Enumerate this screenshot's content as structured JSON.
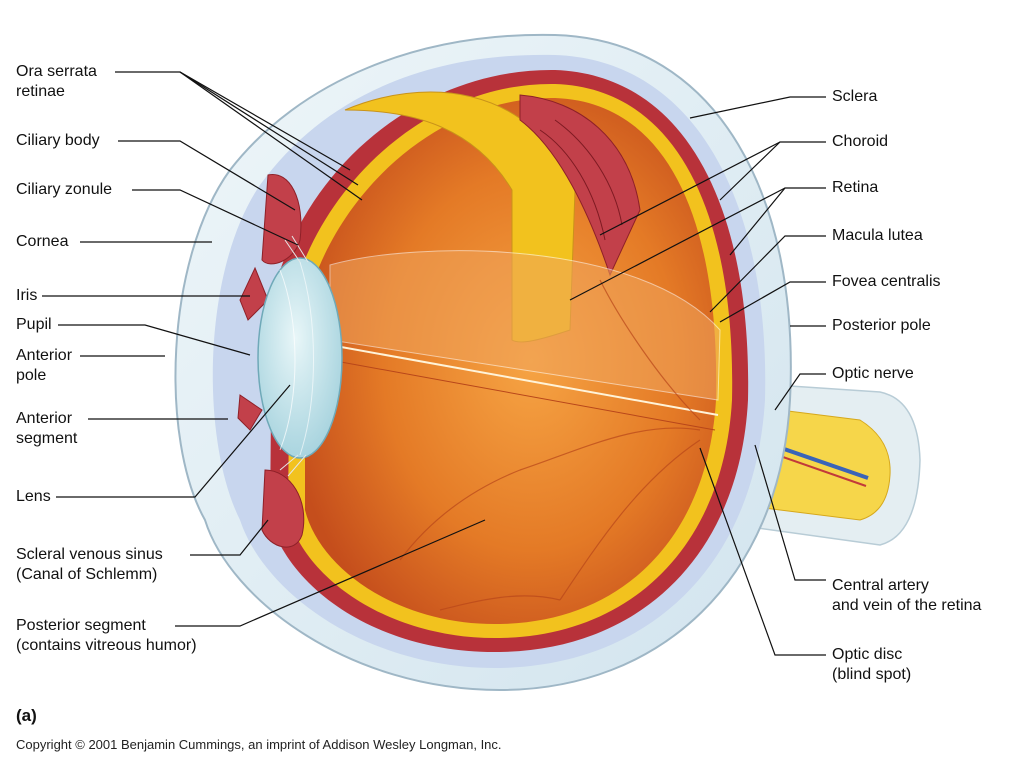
{
  "labels": {
    "ora_serrata": "Ora serrata\nretinae",
    "ciliary_body": "Ciliary body",
    "ciliary_zonule": "Ciliary zonule",
    "cornea": "Cornea",
    "iris": "Iris",
    "pupil": "Pupil",
    "anterior_pole": "Anterior\npole",
    "anterior_segment": "Anterior\nsegment",
    "lens": "Lens",
    "scleral_venous_sinus": "Scleral venous sinus\n(Canal of Schlemm)",
    "posterior_segment": "Posterior segment\n(contains vitreous humor)",
    "sclera": "Sclera",
    "choroid": "Choroid",
    "retina": "Retina",
    "macula_lutea": "Macula lutea",
    "fovea_centralis": "Fovea centralis",
    "posterior_pole": "Posterior pole",
    "optic_nerve": "Optic nerve",
    "central_artery": "Central artery\nand vein of the retina",
    "optic_disc": "Optic disc\n(blind spot)"
  },
  "panel_letter": "(a)",
  "copyright": "Copyright © 2001 Benjamin Cummings, an imprint of Addison Wesley Longman, Inc.",
  "colors": {
    "sclera": "#dcecf2",
    "sclera_inner": "#c7d8ee",
    "choroid": "#b8323a",
    "retina": "#f2c21e",
    "vitreous": "#e88a2a",
    "vitreous_dark": "#c9531c",
    "lens": "#bfe3ea",
    "optic_nerve": "#f6d64a",
    "vessel_blue": "#4a7bd0"
  }
}
